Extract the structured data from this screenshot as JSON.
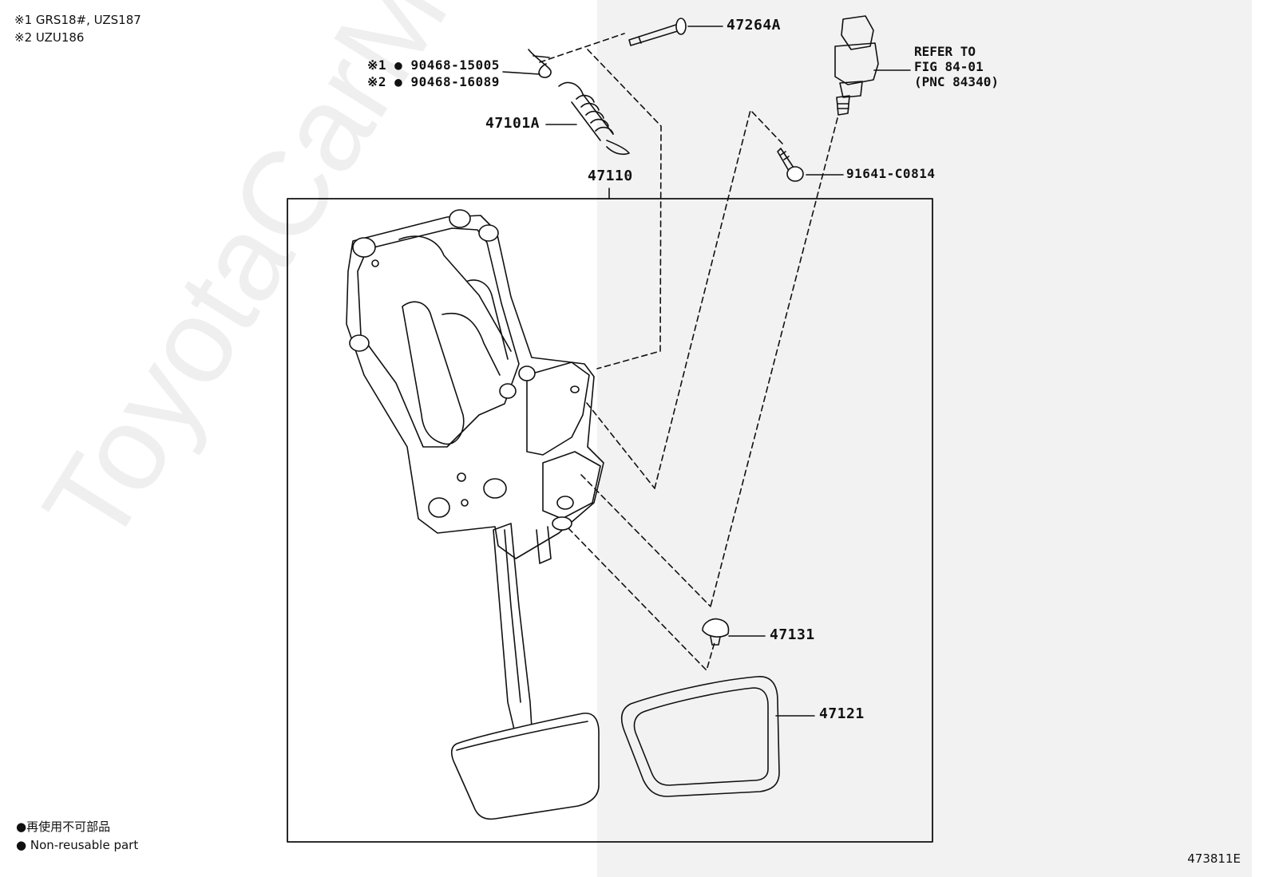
{
  "notes": {
    "model_1": "※1 GRS18#, UZS187",
    "model_2": "※2 UZU186"
  },
  "parts": {
    "p47264A": "47264A",
    "p90468_1": "※1 ● 90468-15005",
    "p90468_2": "※2 ● 90468-16089",
    "p47101A": "47101A",
    "p47110": "47110",
    "p91641": "91641-C0814",
    "p47131": "47131",
    "p47121": "47121"
  },
  "refer": {
    "line1": "REFER TO",
    "line2": "FIG 84-01",
    "line3": "(PNC 84340)"
  },
  "legend": {
    "jp": "●再使用不可部品",
    "en": "● Non-reusable part"
  },
  "watermark": "ToyotaCarMall.ru",
  "figure_code": "473811E"
}
